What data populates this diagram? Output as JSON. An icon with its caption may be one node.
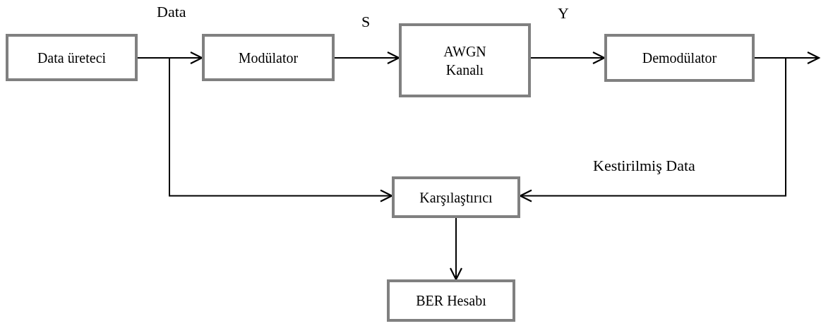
{
  "diagram": {
    "nodes": [
      {
        "text": [
          "Data üreteci"
        ]
      },
      {
        "text": [
          "Modülator"
        ]
      },
      {
        "text": [
          "AWGN Kanalı"
        ]
      },
      {
        "text": [
          "Demodülator"
        ]
      },
      {
        "text": [
          "Karşılaştırıcı"
        ]
      },
      {
        "text": [
          "BER Hesabı"
        ]
      }
    ],
    "edges": [
      {
        "from": 0,
        "to": 1,
        "arrow": "to",
        "label": "Data"
      },
      {
        "from": 1,
        "to": 2,
        "arrow": "to",
        "label": "S"
      },
      {
        "from": 2,
        "to": 3,
        "arrow": "to",
        "label": "Y"
      },
      {
        "from": 3,
        "to": null,
        "arrow": "to"
      },
      {
        "from": 0,
        "to": 4,
        "arrow": "to"
      },
      {
        "from": 3,
        "to": 4,
        "arrow": "to",
        "label": "Kestirilmiş Data"
      },
      {
        "from": 4,
        "to": 5,
        "arrow": "to"
      }
    ]
  }
}
